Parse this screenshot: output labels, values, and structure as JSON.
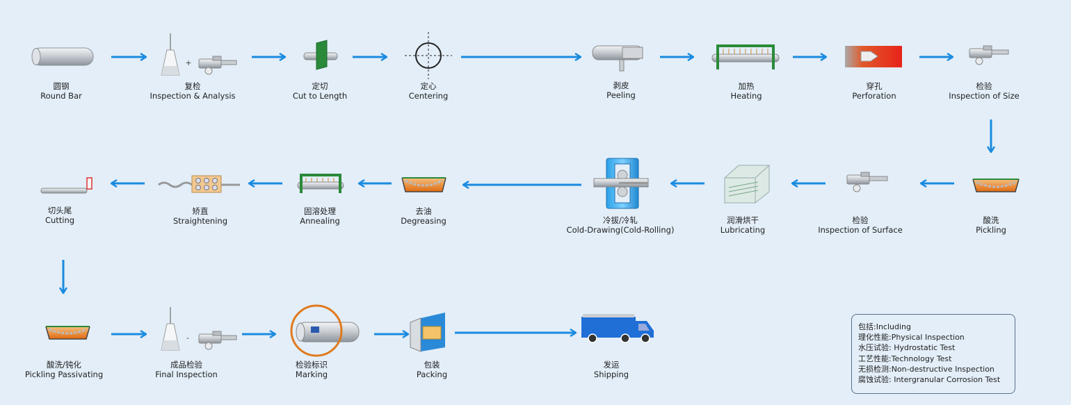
{
  "colors": {
    "background": "#e3eef8",
    "arrow": "#1a8be0",
    "accent_orange": "#e07a1e",
    "accent_green": "#2a8a3a",
    "truck_blue": "#1f6fd6"
  },
  "steps": [
    {
      "zh": "圆钢",
      "en": "Round Bar",
      "icon": "round-bar-icon"
    },
    {
      "zh": "复检",
      "en": "Inspection & Analysis",
      "icon": "flask-and-gauge-icon"
    },
    {
      "zh": "定切",
      "en": "Cut to Length",
      "icon": "saw-blade-icon"
    },
    {
      "zh": "定心",
      "en": "Centering",
      "icon": "crosshair-icon"
    },
    {
      "zh": "剥皮",
      "en": "Peeling",
      "icon": "peeling-tube-icon"
    },
    {
      "zh": "加热",
      "en": "Heating",
      "icon": "furnace-icon"
    },
    {
      "zh": "穿孔",
      "en": "Perforation",
      "icon": "piercing-icon"
    },
    {
      "zh": "检验",
      "en": "Inspection of Size",
      "icon": "gauge-icon"
    },
    {
      "zh": "酸洗",
      "en": "Pickling",
      "icon": "pickling-tank-icon"
    },
    {
      "zh": "检验",
      "en": "Inspection of Surface",
      "icon": "gauge-icon"
    },
    {
      "zh": "润滑烘干",
      "en": "Lubricating",
      "icon": "drying-rack-icon"
    },
    {
      "zh": "冷拔/冷轧",
      "en": "Cold-Drawing(Cold-Rolling)",
      "icon": "rolling-mill-icon"
    },
    {
      "zh": "去油",
      "en": "Degreasing",
      "icon": "degreasing-tank-icon"
    },
    {
      "zh": "固溶处理",
      "en": "Annealing",
      "icon": "annealing-furnace-icon"
    },
    {
      "zh": "矫直",
      "en": "Straightening",
      "icon": "straightener-icon"
    },
    {
      "zh": "切头尾",
      "en": "Cutting",
      "icon": "cut-tube-icon"
    },
    {
      "zh": "酸洗/钝化",
      "en": "Pickling Passivating",
      "icon": "pickling-tank-icon"
    },
    {
      "zh": "成品检验",
      "en": "Final Inspection",
      "icon": "flask-and-gauge-icon"
    },
    {
      "zh": "检验标识",
      "en": "Marking",
      "icon": "marked-tube-icon"
    },
    {
      "zh": "包装",
      "en": "Packing",
      "icon": "package-bundle-icon"
    },
    {
      "zh": "发运",
      "en": "Shipping",
      "icon": "truck-icon"
    }
  ],
  "symbols": {
    "plus": "+",
    "minus": "-"
  },
  "legend": [
    "包括:Including",
    "理化性能:Physical Inspection",
    "水压试验: Hydrostatic Test",
    "工艺性能:Technology Test",
    "无损检测:Non-destructive Inspection",
    "腐蚀试验: Intergranular Corrosion Test"
  ]
}
